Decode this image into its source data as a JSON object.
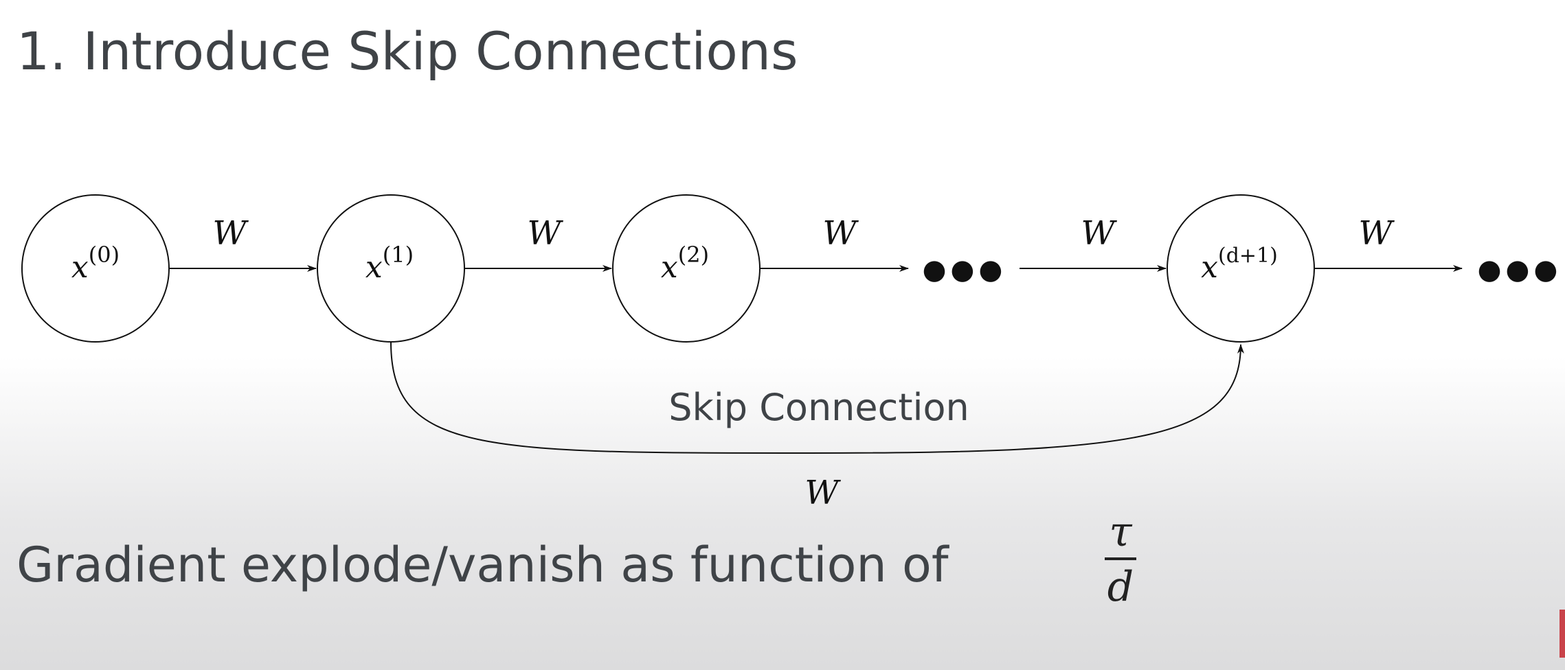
{
  "title": "1. Introduce Skip Connections",
  "nodes": [
    {
      "base": "x",
      "sup": "(0)"
    },
    {
      "base": "x",
      "sup": "(1)"
    },
    {
      "base": "x",
      "sup": "(2)"
    },
    {
      "base": "x",
      "sup": "(d+1)"
    }
  ],
  "ellipsis": "●●●",
  "weight_label": "W",
  "skip": {
    "label": "Skip Connection",
    "weight": "W"
  },
  "footer": {
    "text": "Gradient explode/vanish as function of",
    "numerator": "τ",
    "denominator": "d"
  },
  "colors": {
    "text": "#3f4347",
    "stroke": "#111111",
    "accent": "#c9434a"
  }
}
